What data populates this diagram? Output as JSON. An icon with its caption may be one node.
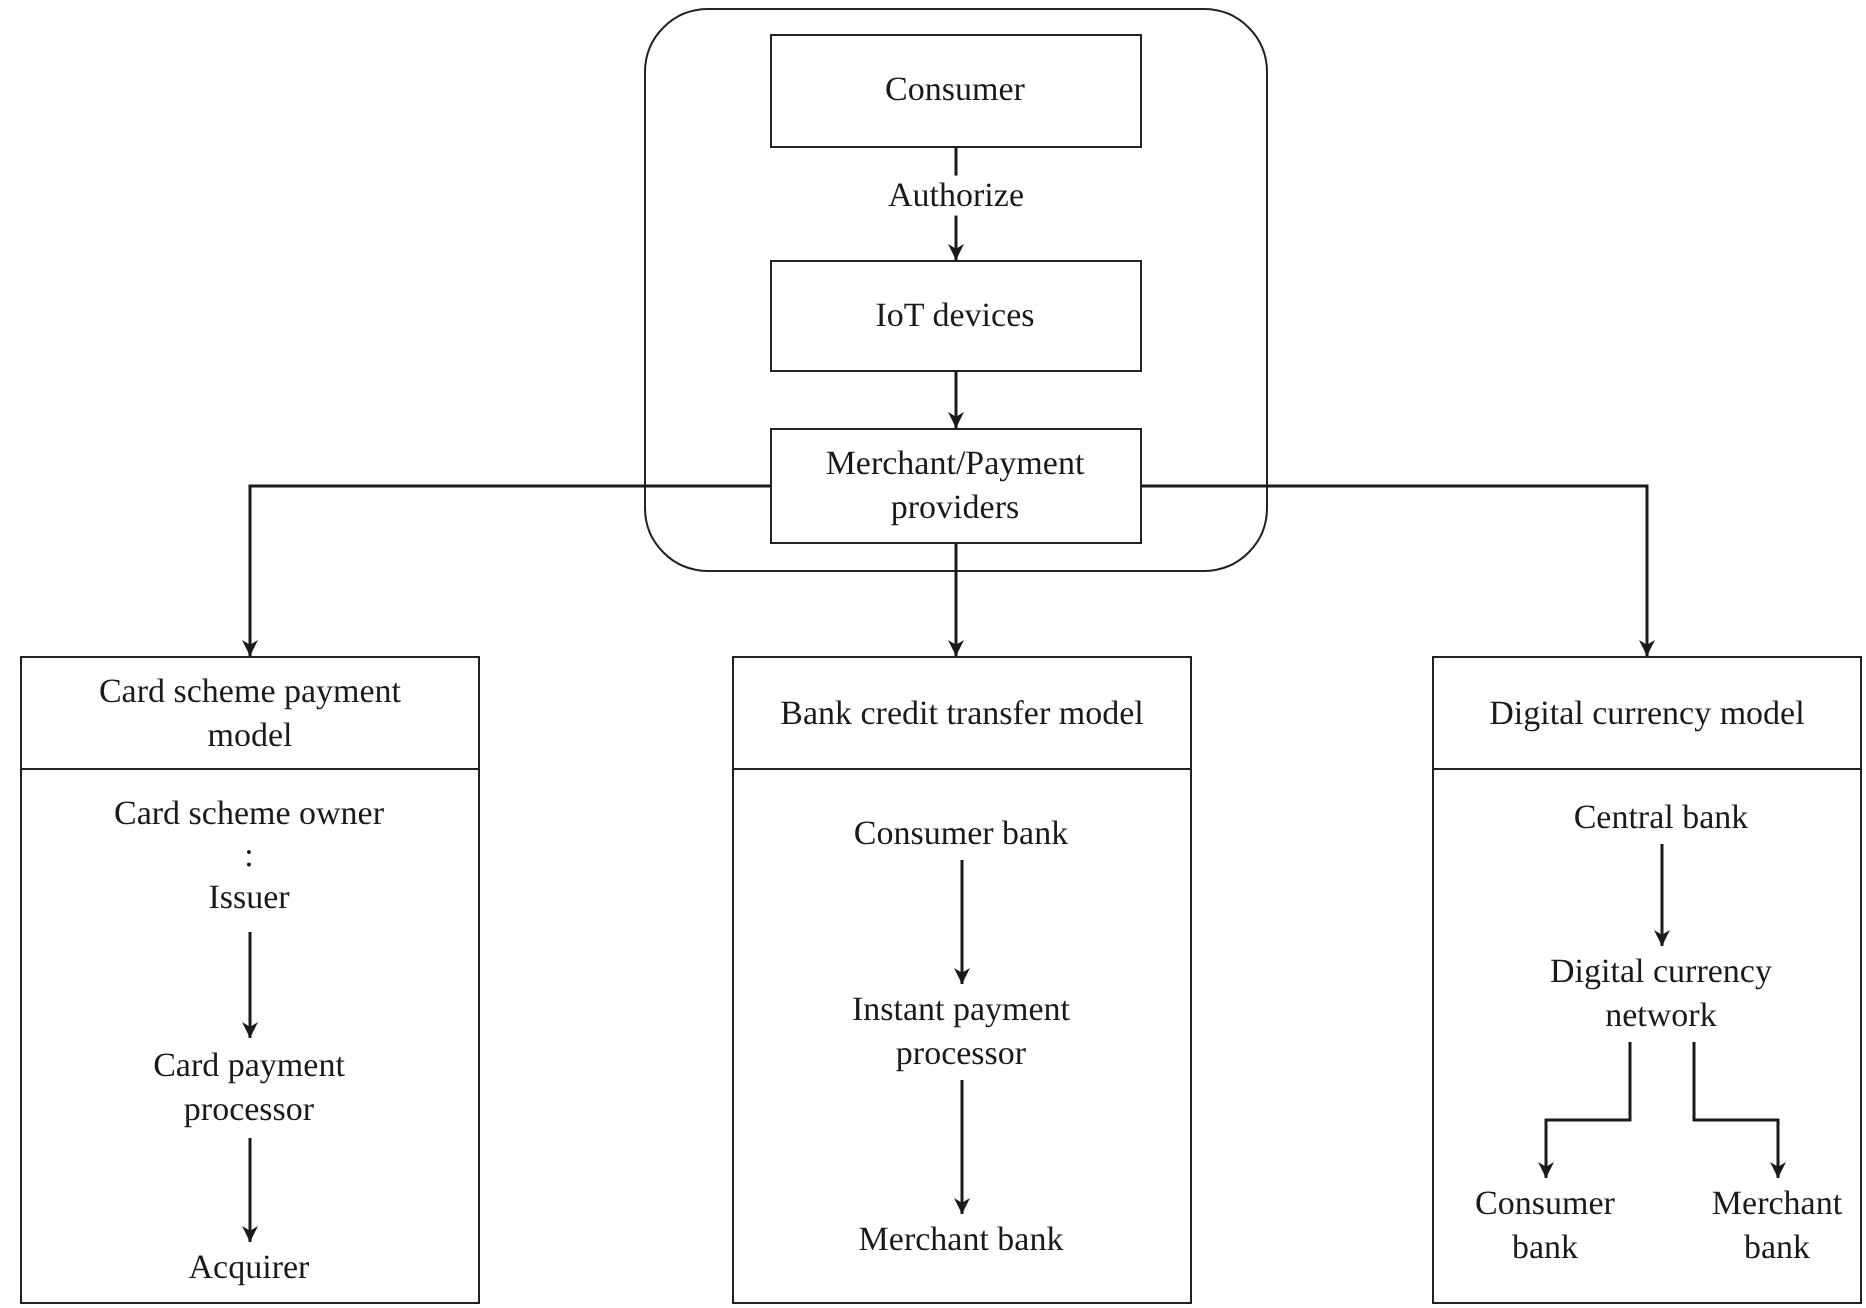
{
  "diagram": {
    "nodes": [
      {
        "text": [],
        "shape": "box"
      },
      {
        "text": [
          "Consumer"
        ],
        "in": 0
      },
      {
        "text": [
          "IoT devices"
        ],
        "in": 0
      },
      {
        "text": [
          "Merchant/Payment providers"
        ],
        "in": 0
      },
      {
        "text": [
          "Card scheme payment model"
        ]
      },
      {
        "text": [
          "Card scheme owner",
          ":",
          "Issuer"
        ],
        "in": 4
      },
      {
        "text": [
          "Card payment processor"
        ],
        "in": 4
      },
      {
        "text": [
          "Acquirer"
        ],
        "in": 4
      },
      {
        "text": [
          "Bank credit transfer model"
        ]
      },
      {
        "text": [
          "Consumer bank"
        ],
        "in": 8
      },
      {
        "text": [
          "Instant payment processor"
        ],
        "in": 8
      },
      {
        "text": [
          "Merchant bank"
        ],
        "in": 8
      },
      {
        "text": [
          "Digital currency model"
        ]
      },
      {
        "text": [
          "Central bank"
        ],
        "in": 12
      },
      {
        "text": [
          "Digital currency network"
        ],
        "in": 12
      },
      {
        "text": [
          "Consumer bank"
        ],
        "in": 12
      },
      {
        "text": [
          "Merchant bank"
        ],
        "in": 12
      }
    ],
    "edges": [
      {
        "from": 1,
        "to": 2,
        "arrow": "to",
        "label": "Authorize"
      },
      {
        "from": 2,
        "to": 3,
        "arrow": "to"
      },
      {
        "from": 3,
        "to": 4,
        "arrow": "to"
      },
      {
        "from": 3,
        "to": 8,
        "arrow": "to"
      },
      {
        "from": 3,
        "to": 12,
        "arrow": "to"
      },
      {
        "from": 5,
        "to": 6,
        "arrow": "to"
      },
      {
        "from": 6,
        "to": 7,
        "arrow": "to"
      },
      {
        "from": 9,
        "to": 10,
        "arrow": "to"
      },
      {
        "from": 10,
        "to": 11,
        "arrow": "to"
      },
      {
        "from": 13,
        "to": 14,
        "arrow": "to"
      },
      {
        "from": 14,
        "to": 15,
        "arrow": "to"
      },
      {
        "from": 14,
        "to": 16,
        "arrow": "to"
      }
    ]
  }
}
